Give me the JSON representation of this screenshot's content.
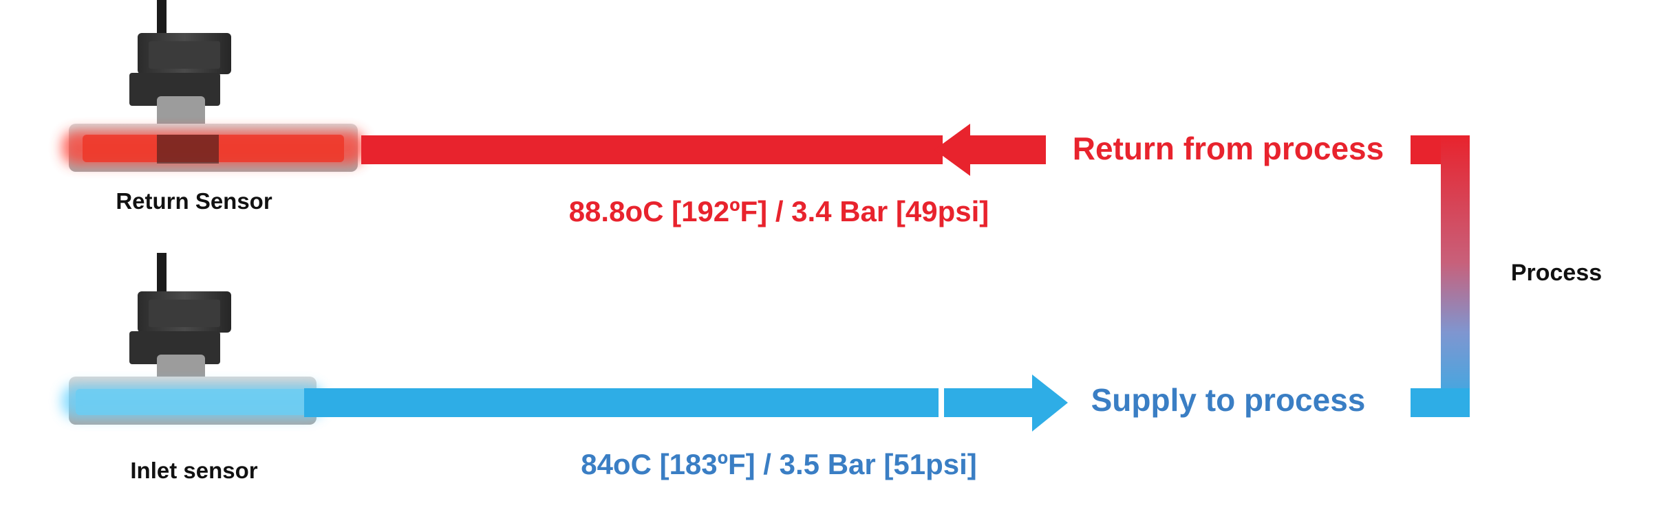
{
  "sensors": {
    "return_label": "Return Sensor",
    "inlet_label": "Inlet sensor"
  },
  "return_line": {
    "label": "Return from process",
    "reading": "88.8oC [192ºF] / 3.4 Bar [49psi]",
    "color": "#e8232d"
  },
  "supply_line": {
    "label": "Supply to process",
    "reading": "84oC [183ºF] / 3.5 Bar [51psi]",
    "color": "#2eade6",
    "text_color": "#3a7ec4"
  },
  "process": {
    "label": "Process"
  },
  "icons": {
    "return_sensor": "flow-sensor-icon",
    "inlet_sensor": "flow-sensor-icon",
    "return_arrow": "arrow-left-icon",
    "supply_arrow": "arrow-right-icon"
  }
}
